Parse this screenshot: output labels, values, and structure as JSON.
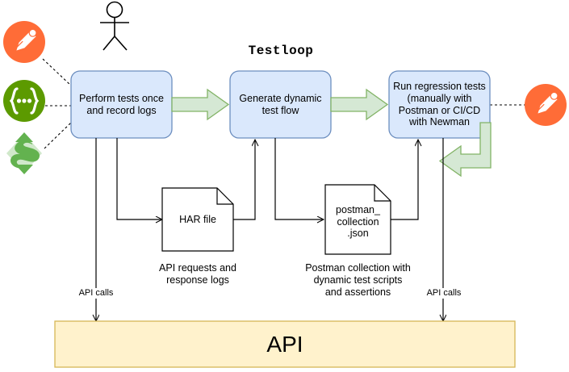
{
  "diagram": {
    "title": "Testloop",
    "background": "#ffffff",
    "colors": {
      "process_fill": "#dae8fc",
      "process_stroke": "#6c8ebf",
      "arrow_fill": "#d5e8d4",
      "arrow_stroke": "#82b366",
      "doc_fill": "#ffffff",
      "doc_stroke": "#000000",
      "api_fill": "#fff2cc",
      "api_stroke": "#d6b656",
      "postman_orange": "#ff6c37",
      "insomnia_green": "#5c9a00",
      "charles_green": "#63b24f",
      "line_stroke": "#000000"
    }
  },
  "actor": {
    "name": "stick-figure-actor"
  },
  "tools": [
    {
      "id": "postman",
      "icon": "postman-icon",
      "color": "#ff6c37",
      "glyph": "postman-rocket"
    },
    {
      "id": "insomnia",
      "icon": "insomnia-icon",
      "color": "#5c9a00",
      "glyph": "{...}"
    },
    {
      "id": "charles",
      "icon": "charles-proxy-icon",
      "color": "#63b24f",
      "glyph": "charles-s"
    }
  ],
  "processes": [
    {
      "id": "perform-tests",
      "label": "Perform tests once\nand record logs"
    },
    {
      "id": "generate-flow",
      "label": "Generate dynamic\ntest flow"
    },
    {
      "id": "run-regression",
      "label": "Run regression tests\n(manually with\nPostman or CI/CD\nwith Newman"
    }
  ],
  "documents": [
    {
      "id": "har-file",
      "label": "HAR file",
      "caption": "API requests and\nresponse logs"
    },
    {
      "id": "postman-collection",
      "label": "postman_\ncollection\n.json",
      "caption": "Postman collection with\ndynamic test scripts\nand assertions"
    }
  ],
  "edge_labels": {
    "api_calls_left": "API calls",
    "api_calls_right": "API calls"
  },
  "api_box": {
    "label": "API"
  },
  "right_tool": {
    "id": "postman-right",
    "icon": "postman-icon",
    "color": "#ff6c37"
  }
}
